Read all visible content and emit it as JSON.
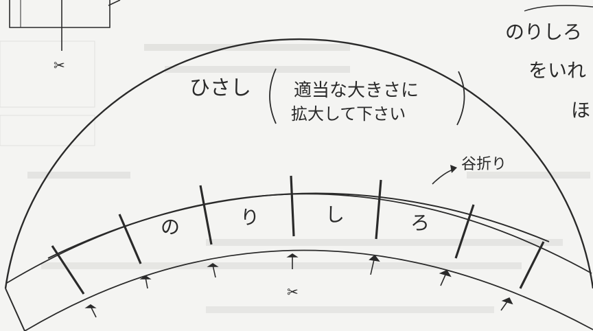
{
  "sketch": {
    "main_label": "ひさし",
    "note_line1": "適当な大きさに",
    "note_line2": "拡大して下さい",
    "fold_label": "谷折り",
    "segment_labels": [
      "の",
      "り",
      "し",
      "ろ"
    ],
    "cut_mark": "✂",
    "top_left_cut_mark": "✂",
    "right_text_1": "のりしろ",
    "right_text_2": "をいれ",
    "right_text_3": "ほ"
  },
  "colors": {
    "ink": "#2a2a2a",
    "paper": "#f4f4f2",
    "bleed": "#c9c9c6"
  }
}
